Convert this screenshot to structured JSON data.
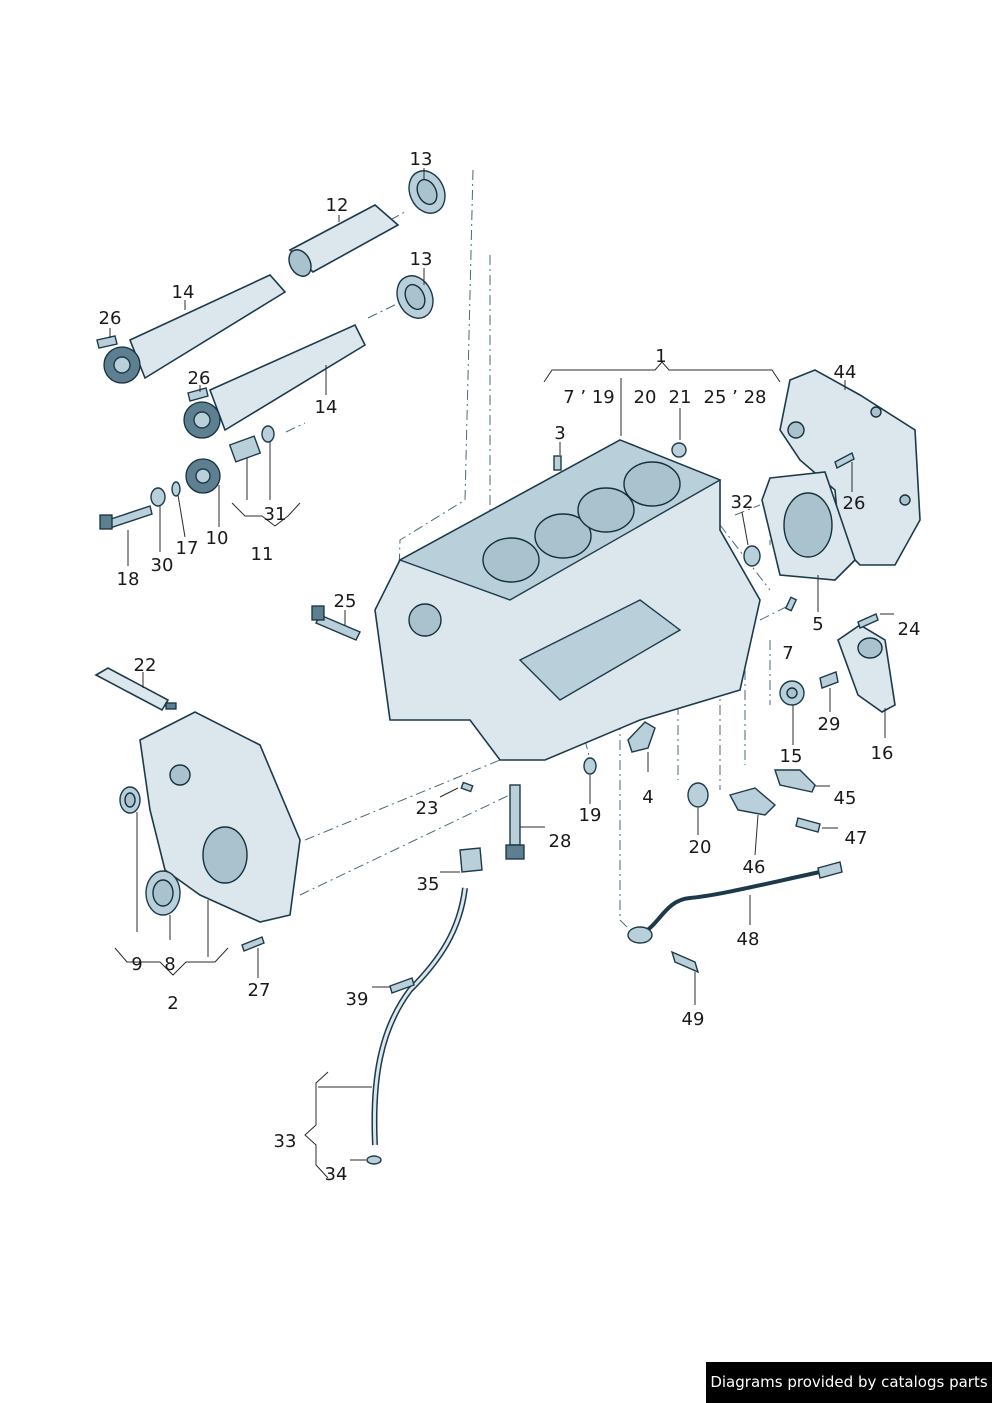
{
  "diagram": {
    "callouts": [
      {
        "id": "c1",
        "text": "1"
      },
      {
        "id": "c2",
        "text": "2"
      },
      {
        "id": "c3",
        "text": "3"
      },
      {
        "id": "c4",
        "text": "4"
      },
      {
        "id": "c5",
        "text": "5"
      },
      {
        "id": "c7",
        "text": "7"
      },
      {
        "id": "c7_19",
        "text": "7 ’ 19"
      },
      {
        "id": "c8",
        "text": "8"
      },
      {
        "id": "c9",
        "text": "9"
      },
      {
        "id": "c10",
        "text": "10"
      },
      {
        "id": "c11",
        "text": "11"
      },
      {
        "id": "c12",
        "text": "12"
      },
      {
        "id": "c13a",
        "text": "13"
      },
      {
        "id": "c13b",
        "text": "13"
      },
      {
        "id": "c14a",
        "text": "14"
      },
      {
        "id": "c14b",
        "text": "14"
      },
      {
        "id": "c15",
        "text": "15"
      },
      {
        "id": "c16",
        "text": "16"
      },
      {
        "id": "c17",
        "text": "17"
      },
      {
        "id": "c18",
        "text": "18"
      },
      {
        "id": "c19",
        "text": "19"
      },
      {
        "id": "c20a",
        "text": "20"
      },
      {
        "id": "c20b",
        "text": "20"
      },
      {
        "id": "c21",
        "text": "21"
      },
      {
        "id": "c22",
        "text": "22"
      },
      {
        "id": "c23",
        "text": "23"
      },
      {
        "id": "c24",
        "text": "24"
      },
      {
        "id": "c25a",
        "text": "25"
      },
      {
        "id": "c25_28",
        "text": "25 ’ 28"
      },
      {
        "id": "c26a",
        "text": "26"
      },
      {
        "id": "c26b",
        "text": "26"
      },
      {
        "id": "c26c",
        "text": "26"
      },
      {
        "id": "c27",
        "text": "27"
      },
      {
        "id": "c28",
        "text": "28"
      },
      {
        "id": "c29",
        "text": "29"
      },
      {
        "id": "c30",
        "text": "30"
      },
      {
        "id": "c31",
        "text": "31"
      },
      {
        "id": "c32",
        "text": "32"
      },
      {
        "id": "c33",
        "text": "33"
      },
      {
        "id": "c34",
        "text": "34"
      },
      {
        "id": "c35",
        "text": "35"
      },
      {
        "id": "c39",
        "text": "39"
      },
      {
        "id": "c44",
        "text": "44"
      },
      {
        "id": "c45",
        "text": "45"
      },
      {
        "id": "c46",
        "text": "46"
      },
      {
        "id": "c47",
        "text": "47"
      },
      {
        "id": "c48",
        "text": "48"
      },
      {
        "id": "c49",
        "text": "49"
      }
    ]
  },
  "footer": {
    "text": "Diagrams provided by catalogs parts"
  },
  "colors": {
    "part_fill": "#dbe7ed",
    "part_stroke": "#1c3a4a",
    "footer_bg": "#000000",
    "footer_text": "#ffffff"
  }
}
